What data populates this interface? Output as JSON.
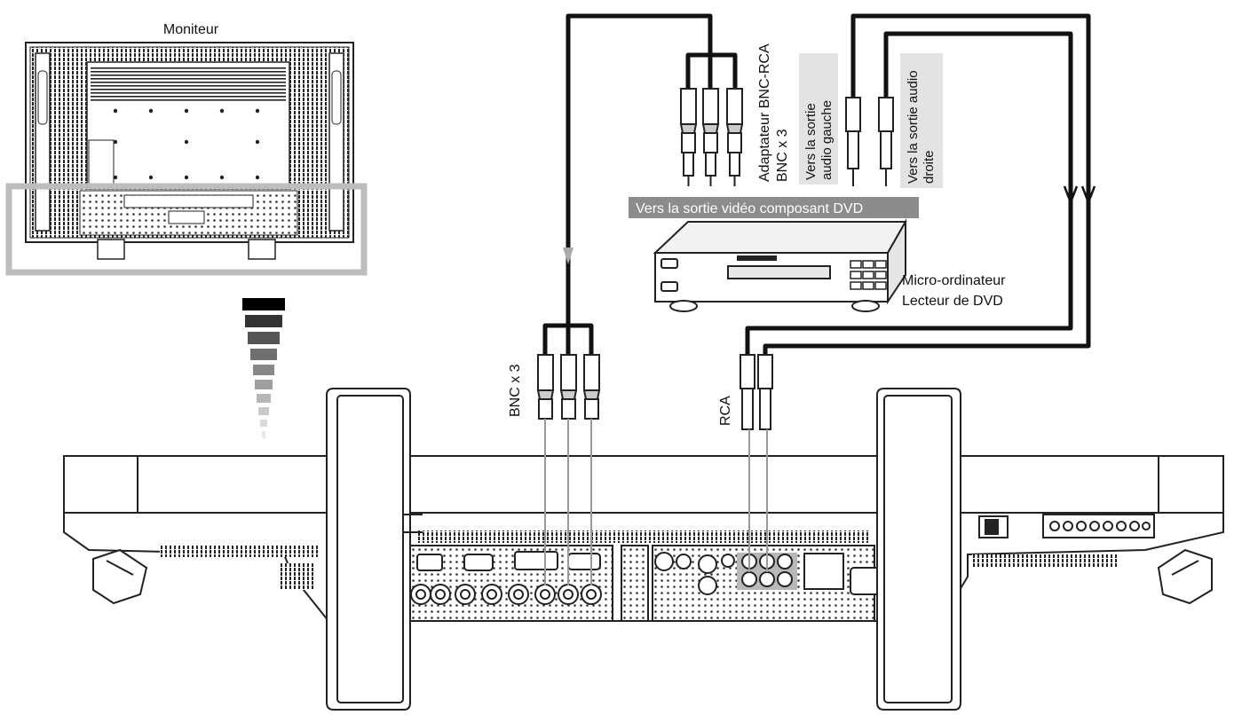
{
  "labels": {
    "monitor": "Moniteur",
    "bnc_rca_adapter_line1": "Adaptateur BNC-RCA",
    "bnc_rca_adapter_line2": "BNC x 3",
    "audio_left_line1": "Vers la sortie",
    "audio_left_line2": "audio gauche",
    "audio_right_line1": "Vers la sortie audio",
    "audio_right_line2": "droite",
    "component_out": "Vers la sortie vidéo composant DVD",
    "device_line1": "Micro-ordinateur",
    "device_line2": "Lecteur de DVD",
    "bnc_x3": "BNC x 3",
    "rca": "RCA"
  },
  "colors": {
    "cable": "#111111",
    "outline": "#222222",
    "highlight_frame": "#bdbdbd",
    "label_band": "#8c8c8c",
    "label_band_text": "#ffffff",
    "vertical_label_bg": "#e3e3e3",
    "guide_line": "#9a9a9a"
  },
  "icons": [
    "arrow-down-icon",
    "connector-plug-icon"
  ]
}
